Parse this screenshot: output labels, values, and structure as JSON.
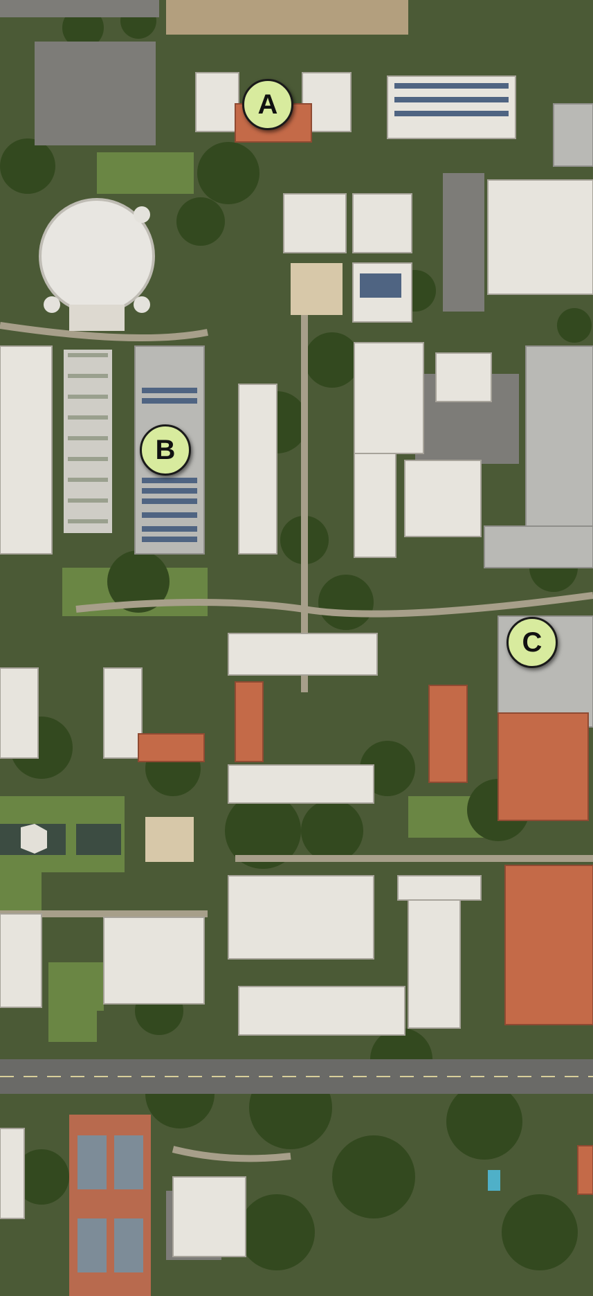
{
  "map": {
    "type": "aerial-satellite",
    "colors": {
      "marker_fill": "#d8eb9e",
      "marker_stroke": "#1a1a1a",
      "roof_light": "#ece9e2",
      "roof_gray": "#bcbcb8",
      "roof_terracotta": "#c56a4a",
      "tree_canopy": "#3f5a2a",
      "lawn": "#6f8f46",
      "pavement": "#8c8a84",
      "road": "#6b6b68",
      "tennis_court": "#b86a4e"
    },
    "markers": [
      {
        "label": "A"
      },
      {
        "label": "B"
      },
      {
        "label": "C"
      }
    ]
  }
}
